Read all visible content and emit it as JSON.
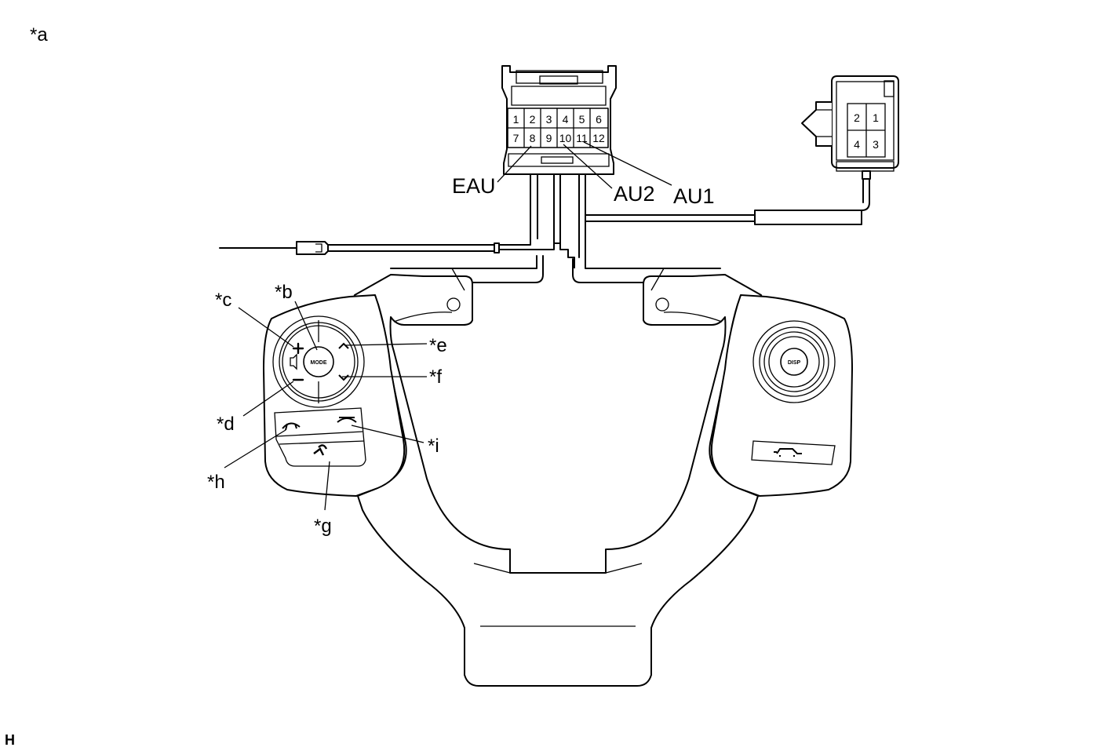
{
  "figure_label": "*a",
  "corner_code": "H",
  "connector_main": {
    "pins_top": [
      "1",
      "2",
      "3",
      "4",
      "5",
      "6"
    ],
    "pins_bottom": [
      "7",
      "8",
      "9",
      "10",
      "11",
      "12"
    ],
    "terminals": {
      "eau": "EAU",
      "au2": "AU2",
      "au1": "AU1"
    }
  },
  "connector_small": {
    "pins": [
      "2",
      "1",
      "4",
      "3"
    ]
  },
  "switch_labels": {
    "mode_button": "MODE",
    "disp_button": "DISP",
    "callout_b": "*b",
    "callout_c": "*c",
    "callout_d": "*d",
    "callout_e": "*e",
    "callout_f": "*f",
    "callout_g": "*g",
    "callout_h": "*h",
    "callout_i": "*i"
  }
}
